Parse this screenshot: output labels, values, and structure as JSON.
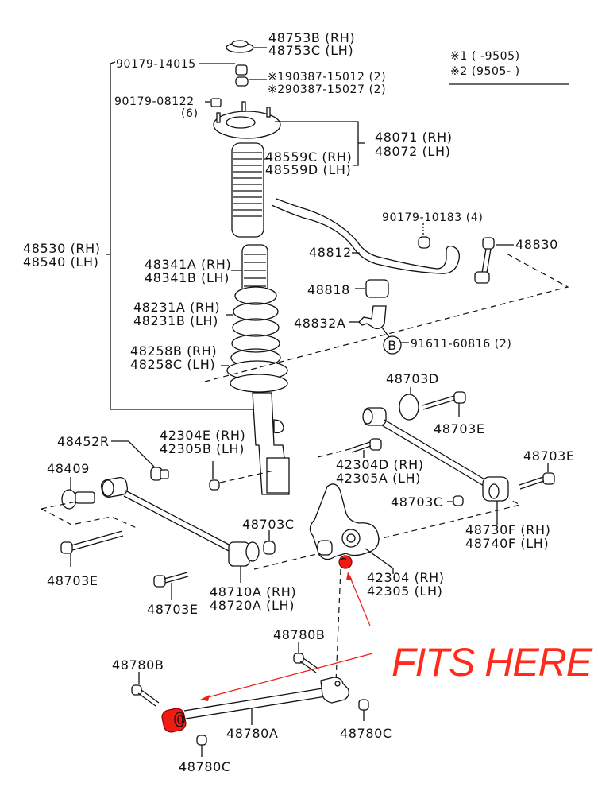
{
  "diagram": {
    "title": "Rear suspension parts diagram",
    "legend": {
      "note1": "※1 (       -9505)",
      "note2": "※2 (9505-       )"
    },
    "callout": {
      "text": "FITS HERE",
      "color": "#ee1c12"
    },
    "highlight_color": "#ee1c12",
    "labels": {
      "mount_cap_rh": "48753B (RH)",
      "mount_cap_lh": "48753C (LH)",
      "nut_top": "90179-14015",
      "cushion_1": "※190387-15012 (2)",
      "cushion_2": "※290387-15027 (2)",
      "nut_mount": "90179-08122",
      "nut_mount_qty": "(6)",
      "support_rh": "48071 (RH)",
      "support_lh": "48072 (LH)",
      "boot_rh": "48559C (RH)",
      "boot_lh": "48559D (LH)",
      "strut_rh": "48530 (RH)",
      "strut_lh": "48540 (LH)",
      "bumper_rh": "48341A (RH)",
      "bumper_lh": "48341B (LH)",
      "spring_rh": "48231A (RH)",
      "spring_lh": "48231B (LH)",
      "insulator_rh": "48258B (RH)",
      "insulator_lh": "48258C (LH)",
      "stab_nut": "90179-10183 (4)",
      "stab_bar": "48812",
      "stab_link": "48830",
      "stab_bushing": "48818",
      "stab_bracket": "48832A",
      "marker_b": "B",
      "stab_bolt": "91611-60816 (2)",
      "cam_washer": "48452R",
      "strut_bolt_rh": "42304E (RH)",
      "strut_bolt_lh": "42305B (LH)",
      "plate_48409": "48409",
      "bushing_48703d": "48703D",
      "bolt_48703e_top": "48703E",
      "bolt_42304d_rh": "42304D (RH)",
      "bolt_42305a_lh": "42305A (LH)",
      "bolt_48703e_right": "48703E",
      "nut_48703c_right": "48703C",
      "arm_48730f_rh": "48730F (RH)",
      "arm_48740f_lh": "48740F (LH)",
      "nut_48703c_mid": "48703C",
      "bolt_48703e_left": "48703E",
      "bolt_48703e_mid": "48703E",
      "arm_48710a_rh": "48710A (RH)",
      "arm_48720a_lh": "48720A (LH)",
      "carrier_rh": "42304 (RH)",
      "carrier_lh": "42305 (LH)",
      "bolt_48780b_top": "48780B",
      "bolt_48780b_left": "48780B",
      "arm_48780a": "48780A",
      "nut_48780c_right": "48780C",
      "nut_48780c_bottom": "48780C"
    }
  }
}
